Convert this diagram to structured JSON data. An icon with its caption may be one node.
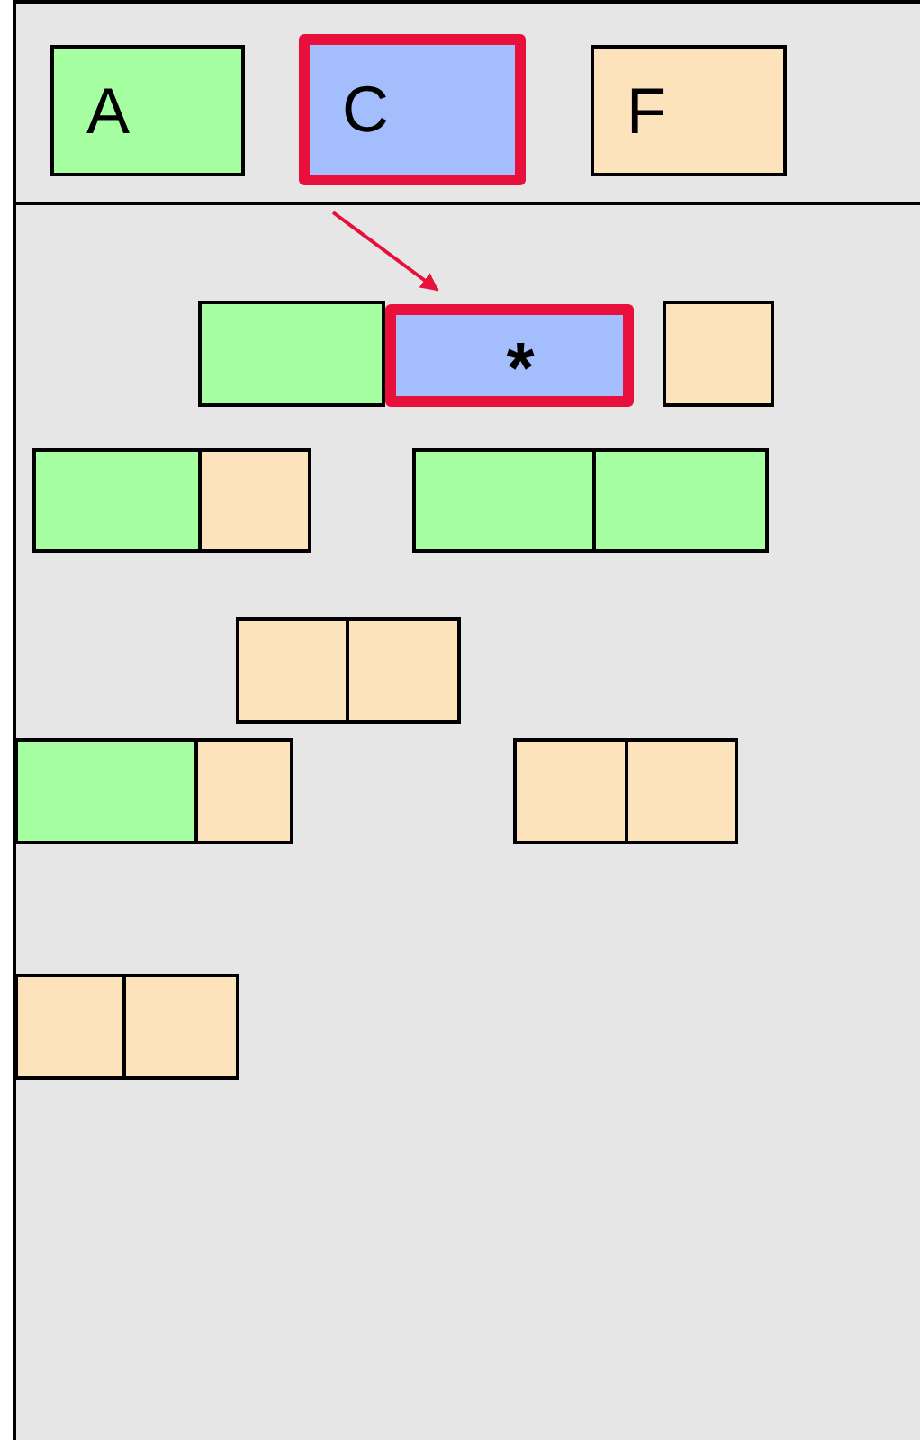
{
  "diagram": {
    "nodes": [
      {
        "text": [
          "A"
        ]
      },
      {
        "text": [
          "C"
        ]
      },
      {
        "text": [
          "F"
        ]
      },
      {
        "text": [],
        "shape": "box"
      },
      {
        "text": [
          "*"
        ]
      },
      {
        "text": [],
        "shape": "box"
      },
      {
        "text": [],
        "shape": "box"
      },
      {
        "text": [],
        "shape": "box"
      },
      {
        "text": [],
        "shape": "box"
      },
      {
        "text": [],
        "shape": "box"
      },
      {
        "text": [],
        "shape": "box"
      },
      {
        "text": [],
        "shape": "box"
      },
      {
        "text": [],
        "shape": "box"
      },
      {
        "text": [],
        "shape": "box"
      },
      {
        "text": [],
        "shape": "box"
      },
      {
        "text": [],
        "shape": "box"
      },
      {
        "text": [],
        "shape": "box"
      },
      {
        "text": [],
        "shape": "box"
      }
    ],
    "edges": [
      {
        "from": 1,
        "to": 4,
        "arrow": "to",
        "color": "#e8103a"
      }
    ]
  }
}
